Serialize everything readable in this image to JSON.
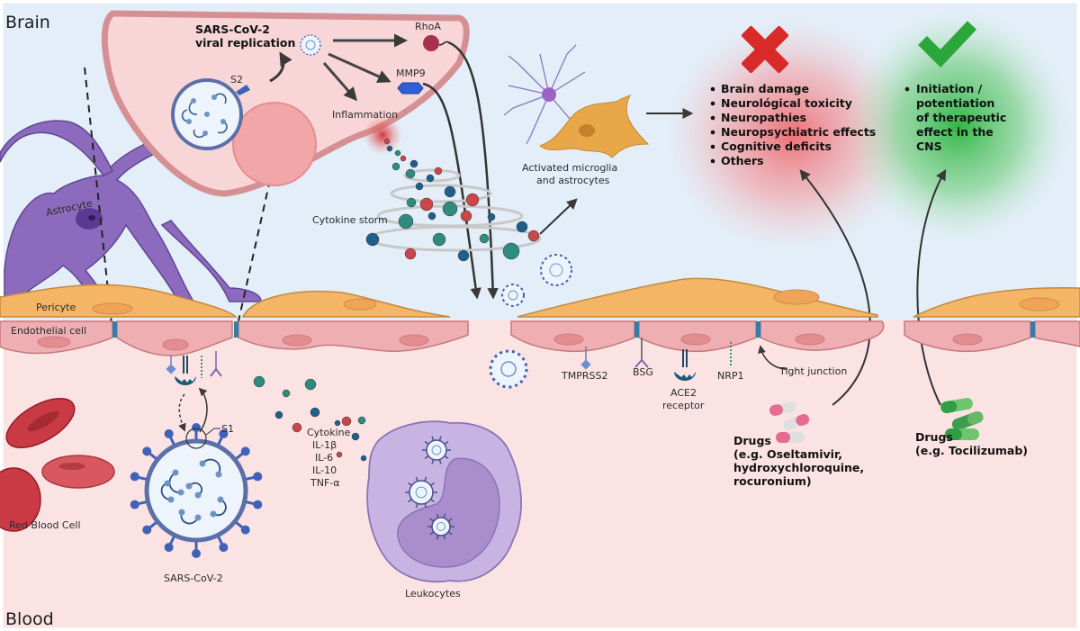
{
  "regions": {
    "top": "Brain",
    "bottom": "Blood"
  },
  "colors": {
    "brain_bg": "#e3eef9",
    "blood_bg": "#fbe3e4",
    "neuron_cell": "#f6d2d3",
    "neuron_border": "#d59094",
    "astrocyte": "#8c6bbf",
    "pericyte": "#f4b567",
    "endothelial": "#eeaeb2",
    "tight_junction": "#2f7fa8",
    "virus_spike": "#3d62b8",
    "cytokine_red": "#c9474b",
    "cytokine_teal": "#2e8b7e",
    "cytokine_blue": "#1f5f8b",
    "harm_red": "#d92a2a",
    "benefit_green": "#2aa63a",
    "leukocyte": "#c8b4e2",
    "rbc": "#c93a45",
    "pill_pink": "#e56b90",
    "pill_green": "#2f9e44"
  },
  "neuron": {
    "title_line1": "SARS-CoV-2",
    "title_line2": "viral replication",
    "s2_label": "S2",
    "rhoa_label": "RhoA",
    "mmp9_label": "MMP9",
    "inflammation_label": "Inflammation"
  },
  "brain_labels": {
    "astrocyte": "Astrocyte",
    "cytokine_storm": "Cytokine storm",
    "activated_line1": "Activated microglia",
    "activated_line2": "and astrocytes",
    "pericyte": "Pericyte",
    "endothelial": "Endothelial cell"
  },
  "receptors": {
    "tmprss2": "TMPRSS2",
    "bsg": "BSG",
    "ace2_line1": "ACE2",
    "ace2_line2": "receptor",
    "nrp1": "NRP1",
    "tight_junction": "Tight junction"
  },
  "blood_labels": {
    "rbc": "Red Blood Cell",
    "virus": "SARS-CoV-2",
    "s1": "S1",
    "cytokines": [
      "Cytokine",
      "IL-1β",
      "IL-6",
      "IL-10",
      "TNF-α"
    ],
    "leukocytes": "Leukocytes"
  },
  "outcomes": {
    "harmful": {
      "icon": "cross-icon",
      "items": [
        "Brain damage",
        "Neurológical toxicity",
        "Neuropathies",
        "Neuropsychiatric effects",
        "Cognitive deficits",
        "Others"
      ]
    },
    "beneficial": {
      "icon": "check-icon",
      "lines": [
        "Initiation /",
        "potentiation",
        "of therapeutic",
        "effect in the",
        "CNS"
      ]
    }
  },
  "drugs": {
    "harmful": {
      "title": "Drugs",
      "lines": [
        "(e.g. Oseltamivir,",
        "hydroxychloroquine,",
        "rocuronium)"
      ]
    },
    "beneficial": {
      "title": "Drugs",
      "lines": [
        "(e.g. Tocilizumab)"
      ]
    }
  }
}
